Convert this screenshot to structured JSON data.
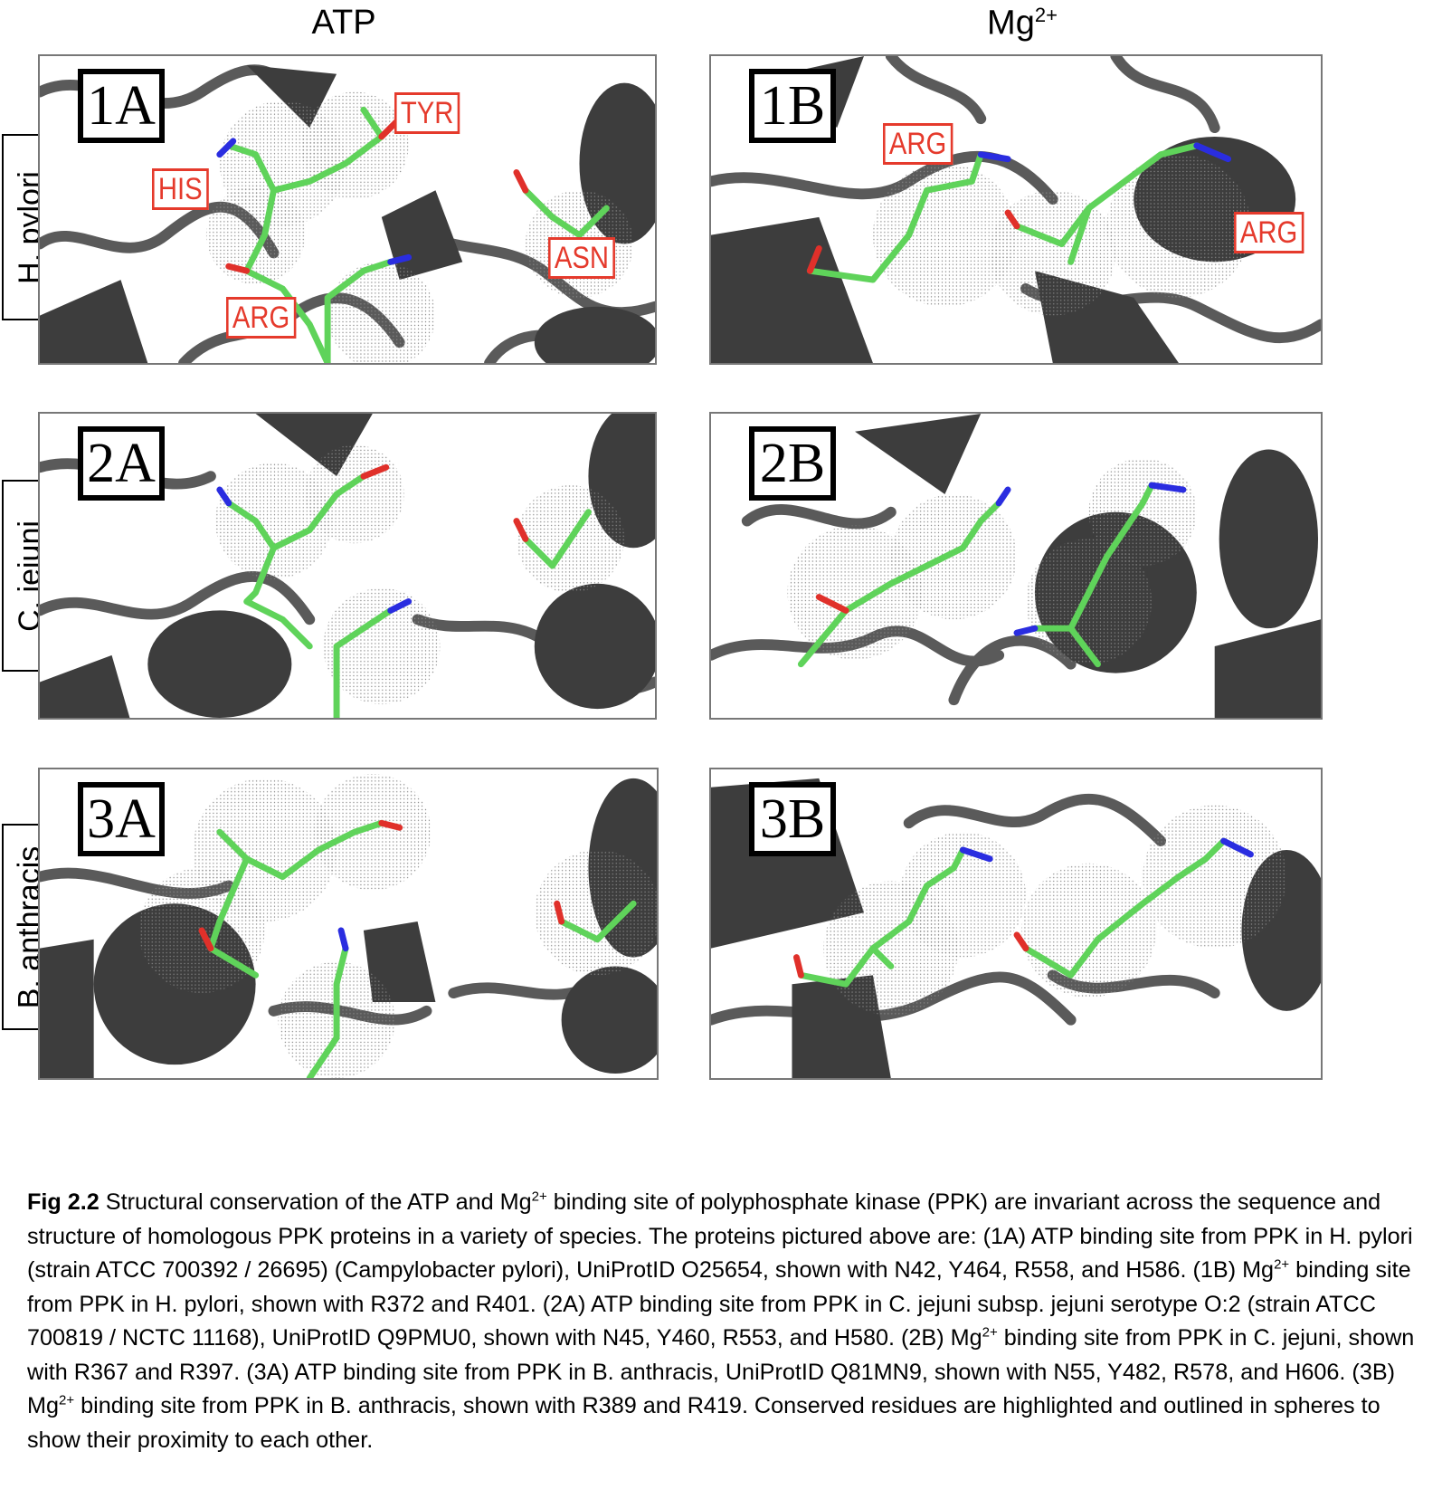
{
  "columns": {
    "left": "ATP",
    "right_base": "Mg",
    "right_sup": "2+"
  },
  "rows": [
    {
      "label": "H. pylori"
    },
    {
      "label": "C. jejuni"
    },
    {
      "label": "B. anthracis"
    }
  ],
  "panels": {
    "p1a": {
      "id": "1A",
      "labels": [
        "TYR",
        "HIS",
        "ASN",
        "ARG"
      ]
    },
    "p1b": {
      "id": "1B",
      "labels": [
        "ARG",
        "ARG"
      ]
    },
    "p2a": {
      "id": "2A"
    },
    "p2b": {
      "id": "2B"
    },
    "p3a": {
      "id": "3A"
    },
    "p3b": {
      "id": "3B"
    }
  },
  "colors": {
    "protein": "#5a5a5a",
    "residue_carbon": "#5fd35a",
    "nitrogen": "#2a2de0",
    "oxygen": "#e0302a",
    "label_red": "#e53a2c"
  },
  "caption": {
    "fig_label": "Fig 2.2",
    "s1": " Structural conservation of the ATP and Mg",
    "s2": " binding site of polyphosphate kinase (PPK) are invariant across the sequence and structure of homologous PPK proteins in a variety of species. The proteins pictured above are: (1A) ATP binding site from PPK in H. pylori (strain ATCC 700392 / 26695) (Campylobacter pylori), UniProtID O25654, shown with N42, Y464, R558, and H586. (1B) Mg",
    "s3": " binding site from PPK in H. pylori, shown with R372 and R401. (2A) ATP binding site from PPK in C. jejuni subsp. jejuni serotype O:2 (strain ATCC 700819 / NCTC 11168), UniProtID Q9PMU0, shown with N45, Y460, R553, and H580. (2B) Mg",
    "s4": " binding site from PPK in C. jejuni, shown with R367 and R397. (3A) ATP binding site from PPK in B. anthracis, UniProtID Q81MN9, shown with N55, Y482, R578, and H606. (3B) Mg",
    "s5": " binding site from PPK in B. anthracis, shown with R389 and R419.  Conserved residues are highlighted and outlined in spheres to show their proximity to each other.",
    "sup": "2+"
  }
}
